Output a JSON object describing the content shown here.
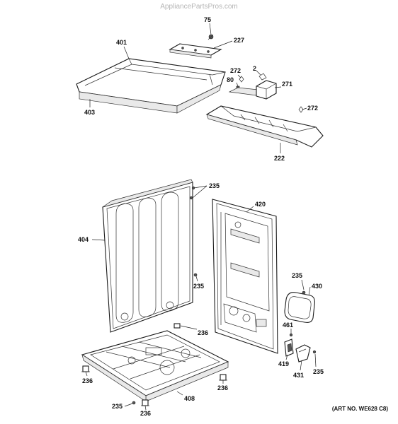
{
  "watermark": "AppliancePartsPros.com",
  "art_number": "(ART NO. WE628 C8)",
  "labels": {
    "p75": "75",
    "p227": "227",
    "p401": "401",
    "p403": "403",
    "p2": "2",
    "p272a": "272",
    "p80": "80",
    "p271": "271",
    "p272b": "272",
    "p222": "222",
    "p235a": "235",
    "p420": "420",
    "p404": "404",
    "p235b": "235",
    "p235c": "235",
    "p430": "430",
    "p236a": "236",
    "p461": "461",
    "p419": "419",
    "p431": "431",
    "p235d": "235",
    "p236b": "236",
    "p408": "408",
    "p236c": "236",
    "p235e": "235",
    "p236d": "236"
  }
}
